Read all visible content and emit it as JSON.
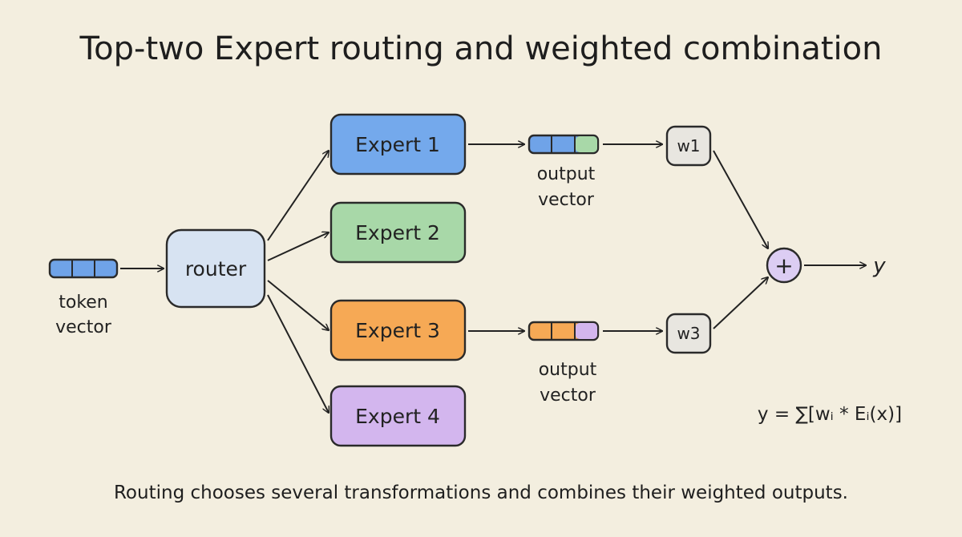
{
  "title": "Top-two Expert routing and weighted combination",
  "token_label_1": "token",
  "token_label_2": "vector",
  "router": {
    "label": "router",
    "color": "#d7e3f2"
  },
  "experts": [
    {
      "label": "Expert 1",
      "color": "#74a9ec"
    },
    {
      "label": "Expert 2",
      "color": "#a8d8a8"
    },
    {
      "label": "Expert 3",
      "color": "#f6a955"
    },
    {
      "label": "Expert 4",
      "color": "#d3b6ee"
    }
  ],
  "output_label_1": "output",
  "output_label_2": "vector",
  "weights": [
    "w1",
    "w3"
  ],
  "sum_symbol": "+",
  "output_symbol": "y",
  "formula": "y = ∑[wᵢ * Eᵢ(x)]",
  "caption": "Routing chooses several transformations and combines their weighted outputs.",
  "colors": {
    "background": "#f3eedf",
    "token_vector": "#6fa3e8",
    "sum_node": "#dccdf3",
    "weight_box": "#e8e6e0",
    "output1_accent": "#a8d8a8",
    "output3_accent": "#d3b6ee"
  }
}
